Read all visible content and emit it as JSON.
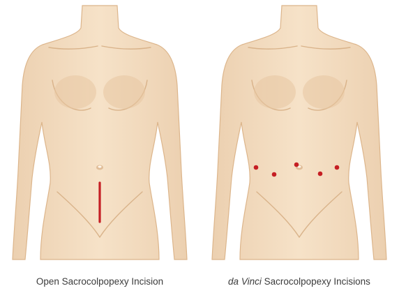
{
  "captions": {
    "open": "Open Sacrocolpopexy Incision",
    "davinci_italic": "da Vinci",
    "davinci_rest": " Sacrocolpopexy Incisions"
  },
  "colors": {
    "skin": "#f3dcc0",
    "skin_shadow": "#e9c9a4",
    "skin_outline": "#dcb58b",
    "incision": "#c51f24"
  },
  "incisions": {
    "open": {
      "type": "vertical-line",
      "count": 1
    },
    "davinci": {
      "type": "port-dot",
      "count": 5
    }
  }
}
